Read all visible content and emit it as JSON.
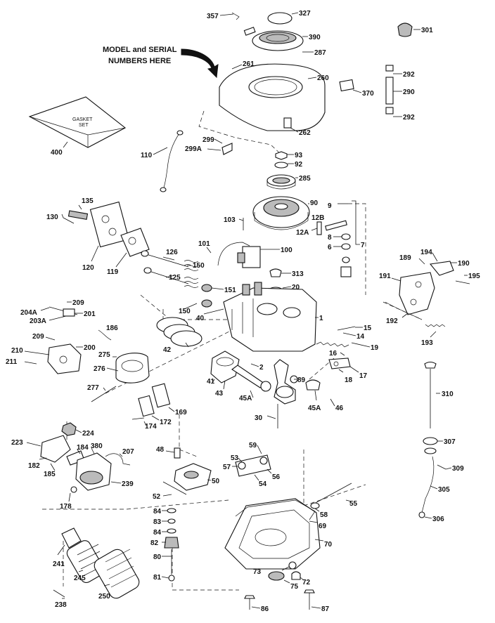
{
  "callout": {
    "line1": "MODEL and SERIAL",
    "line2": "NUMBERS HERE"
  },
  "gasket_set": {
    "line1": "GASKET",
    "line2": "SET"
  },
  "parts": {
    "p357": "357",
    "p327": "327",
    "p390": "390",
    "p287": "287",
    "p301": "301",
    "p261": "261",
    "p260": "260",
    "p370": "370",
    "p292a": "292",
    "p290": "290",
    "p292b": "292",
    "p400": "400",
    "p262": "262",
    "p299": "299",
    "p299A": "299A",
    "p110": "110",
    "p93": "93",
    "p92": "92",
    "p285": "285",
    "p135": "135",
    "p130": "130",
    "p120": "120",
    "p119": "119",
    "p90": "90",
    "p103": "103",
    "p9": "9",
    "p128": "12B",
    "p12A": "12A",
    "p8": "8",
    "p6": "6",
    "p7": "7",
    "p101": "101",
    "p100": "100",
    "p126a": "126",
    "p150a": "150",
    "p125": "125",
    "p151": "151",
    "p313": "313",
    "p20": "20",
    "p150b": "150",
    "p40": "40",
    "p1": "1",
    "p189": "189",
    "p194": "194",
    "p190": "190",
    "p191": "191",
    "p195": "195",
    "p192": "192",
    "p193": "193",
    "p209a": "209",
    "p204A": "204A",
    "p203A": "203A",
    "p201": "201",
    "p186": "186",
    "p209b": "209",
    "p210": "210",
    "p211": "211",
    "p200": "200",
    "p275": "275",
    "p276": "276",
    "p42": "42",
    "p15": "15",
    "p14": "14",
    "p19": "19",
    "p16": "16",
    "p18": "18",
    "p17": "17",
    "p2": "2",
    "p41": "41",
    "p43": "43",
    "p89": "89",
    "p45Aa": "45A",
    "p45Ab": "45A",
    "p46": "46",
    "p277": "277",
    "p169": "169",
    "p172": "172",
    "p174": "174",
    "p30": "30",
    "p310": "310",
    "p307": "307",
    "p309": "309",
    "p305": "305",
    "p306": "306",
    "p224": "224",
    "p223": "223",
    "p182": "182",
    "p185": "185",
    "p184": "184",
    "p380": "380",
    "p207": "207",
    "p239": "239",
    "p178": "178",
    "p48": "48",
    "p59": "59",
    "p53": "53",
    "p57": "57",
    "p56": "56",
    "p54": "54",
    "p50": "50",
    "p52": "52",
    "p84a": "84",
    "p83": "83",
    "p84b": "84",
    "p82": "82",
    "p80": "80",
    "p81": "81",
    "p55": "55",
    "p58": "58",
    "p69": "69",
    "p70": "70",
    "p241": "241",
    "p245": "245",
    "p250": "250",
    "p238": "238",
    "p73": "73",
    "p75": "75",
    "p72": "72",
    "p86": "86",
    "p87": "87"
  }
}
